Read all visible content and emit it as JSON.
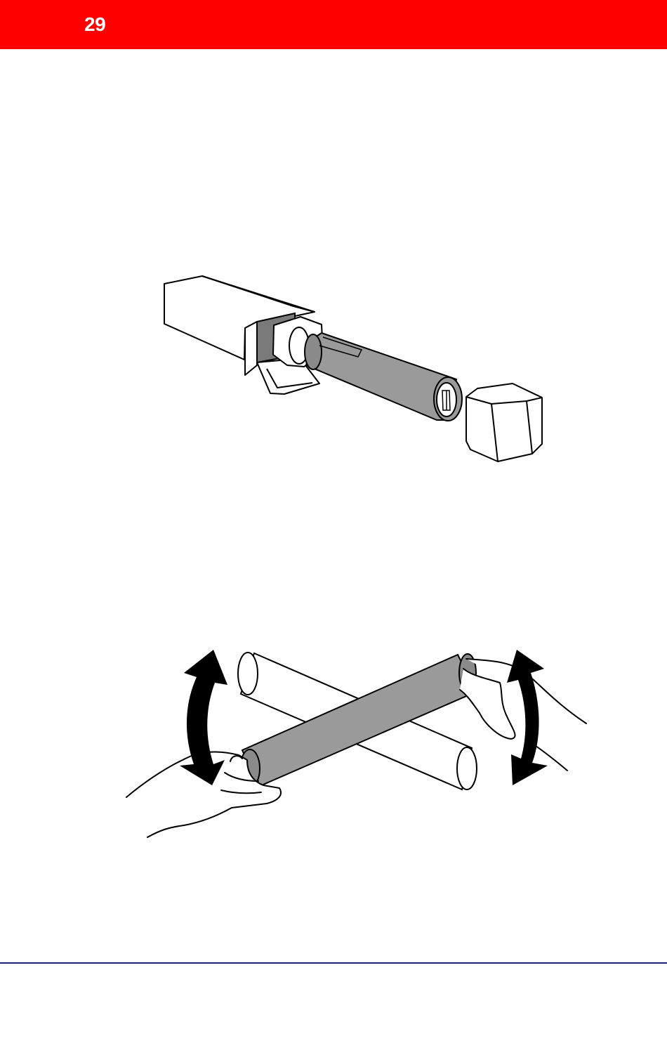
{
  "header": {
    "page_number": "29",
    "bar_color": "#ff0000"
  },
  "illustrations": [
    {
      "name": "toner-cartridge-removed-from-box",
      "cartridge_color": "#999999"
    },
    {
      "name": "shake-toner-cartridge",
      "cartridge_color": "#999999"
    }
  ],
  "footer": {
    "rule_color": "#1b2470"
  }
}
